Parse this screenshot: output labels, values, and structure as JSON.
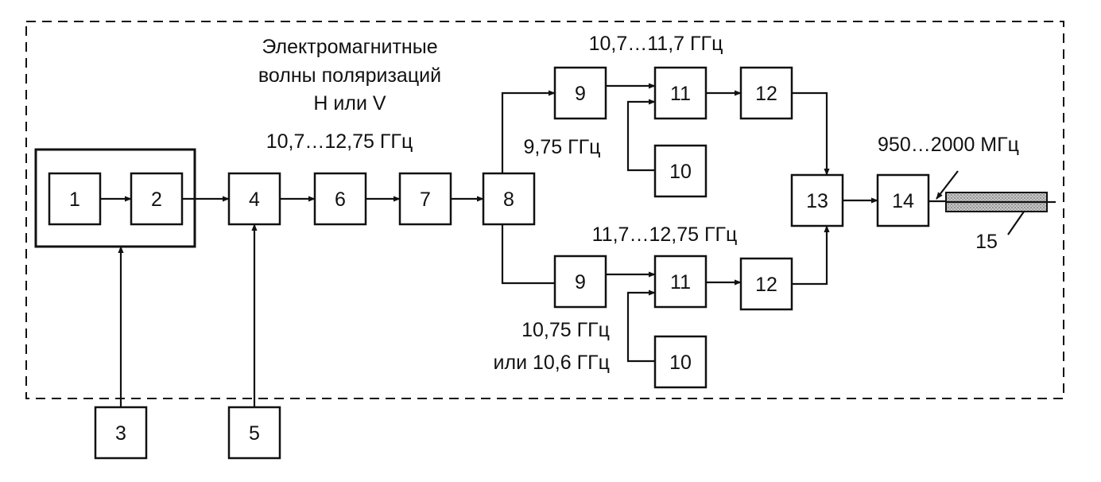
{
  "blocks": {
    "b1": "1",
    "b2": "2",
    "b3": "3",
    "b4": "4",
    "b5": "5",
    "b6": "6",
    "b7": "7",
    "b8": "8",
    "b9_top": "9",
    "b9_bottom": "9",
    "b10_top": "10",
    "b10_bottom": "10",
    "b11_top": "11",
    "b11_bottom": "11",
    "b12_top": "12",
    "b12_bottom": "12",
    "b13": "13",
    "b14": "14",
    "b15": "15"
  },
  "labels": {
    "waves_line1": "Электромагнитные",
    "waves_line2": "волны поляризаций",
    "waves_line3": "Н или V",
    "input_band": "10,7…12,75 ГГц",
    "upper_band": "10,7…11,7 ГГц",
    "upper_lo": "9,75 ГГц",
    "lower_band": "11,7…12,75 ГГц",
    "lower_lo_line1": "10,75 ГГц",
    "lower_lo_line2": "или 10,6 ГГц",
    "if_band": "950…2000 МГц"
  }
}
